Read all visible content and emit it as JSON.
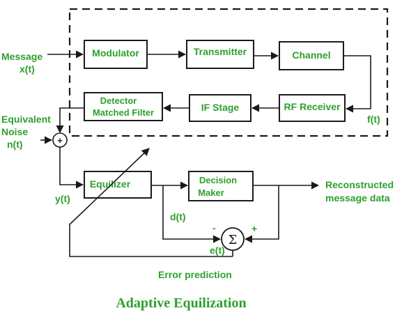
{
  "blocks": {
    "modulator": "Modulator",
    "transmitter": "Transmitter",
    "channel": "Channel",
    "detector_line1": "Detector",
    "detector_line2": "Matched Filter",
    "if_stage": "IF Stage",
    "rf_receiver": "RF Receiver",
    "equilizer": "Equilizer",
    "decision_line1": "Decision",
    "decision_line2": "Maker"
  },
  "signals": {
    "message_line1": "Message",
    "message_line2": "x(t)",
    "noise_line1": "Equivalent",
    "noise_line2": "Noise",
    "noise_line3": "n(t)",
    "f_t": "f(t)",
    "y_t": "y(t)",
    "d_t": "d(t)",
    "e_t": "e(t)",
    "output_line1": "Reconstructed",
    "output_line2": "message data",
    "error_prediction": "Error prediction"
  },
  "symbols": {
    "adder_plus": "+",
    "sigma": "Σ",
    "minus": "-",
    "plus": "+"
  },
  "title": "Adaptive Equilization",
  "colors": {
    "label_green": "#2ca02c",
    "line": "#1a1a1a"
  }
}
